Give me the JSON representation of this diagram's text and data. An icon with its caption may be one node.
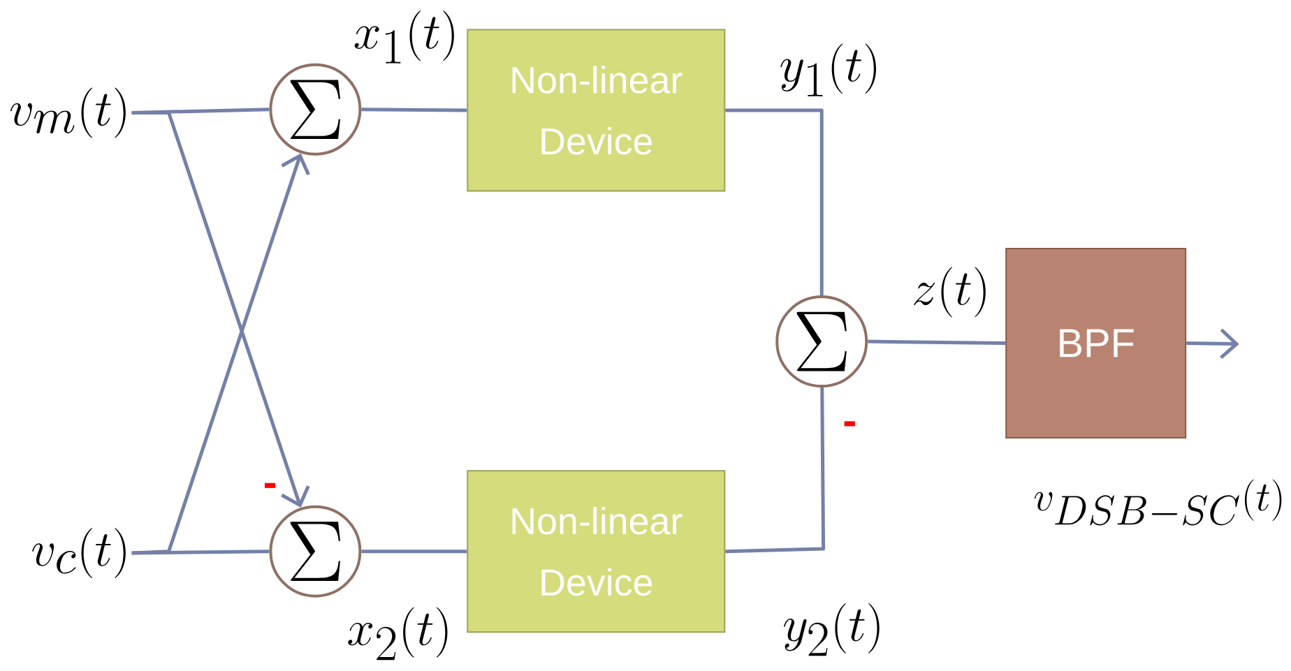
{
  "diagram": {
    "nodes": [
      {
        "text": [
          "v_m(t)"
        ]
      },
      {
        "text": [
          "v_c(t)"
        ]
      },
      {
        "text": [
          "\\Sigma"
        ]
      },
      {
        "text": [
          "\\Sigma"
        ]
      },
      {
        "text": [
          "Non-linear Device"
        ]
      },
      {
        "text": [
          "Non-linear Device"
        ]
      },
      {
        "text": [
          "\\Sigma"
        ]
      },
      {
        "text": [
          "BPF"
        ]
      }
    ],
    "edges": [
      {
        "from": 0,
        "to": 2,
        "arrow": "none"
      },
      {
        "from": 0,
        "to": 3,
        "arrow": "to"
      },
      {
        "from": 1,
        "to": 3,
        "arrow": "none"
      },
      {
        "from": 1,
        "to": 2,
        "arrow": "to"
      },
      {
        "from": 2,
        "to": 4,
        "arrow": "none"
      },
      {
        "from": 3,
        "to": 5,
        "arrow": "none"
      },
      {
        "from": 4,
        "to": 6,
        "arrow": "none"
      },
      {
        "from": 5,
        "to": 6,
        "arrow": "none"
      },
      {
        "from": 6,
        "to": 7,
        "arrow": "none"
      },
      {
        "from": 7,
        "to": null,
        "arrow": "to"
      }
    ],
    "labels": [
      "x_1(t)",
      "y_1(t)",
      "z(t)",
      "-",
      "-",
      "v_{DSB-SC}(t)",
      "y_2(t)",
      "x_2(t)"
    ]
  }
}
